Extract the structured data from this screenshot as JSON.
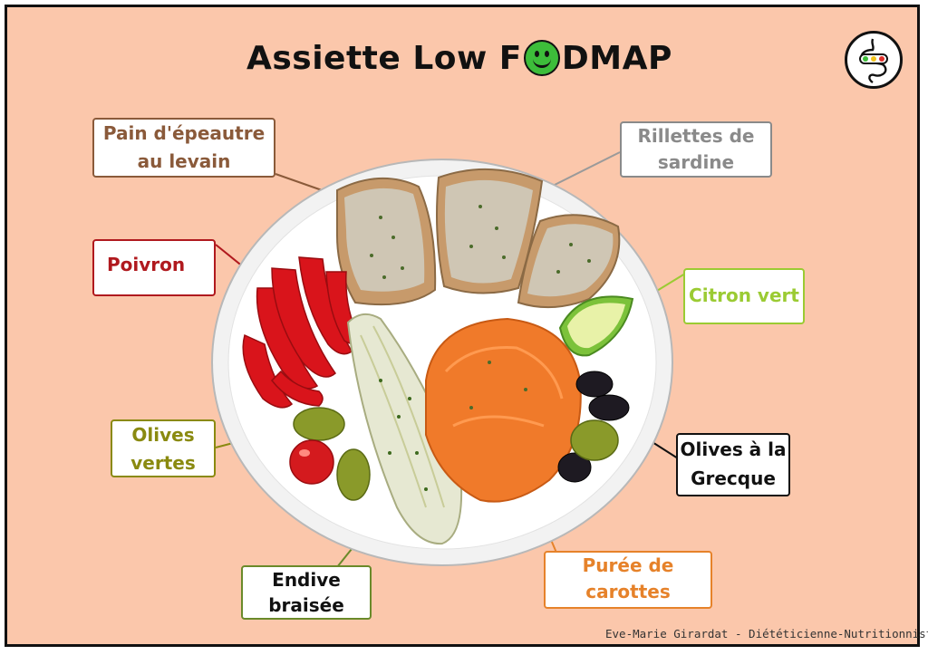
{
  "title": {
    "before": "Assiette Low F",
    "after": "DMAP"
  },
  "labels": {
    "pain": {
      "line1": "Pain d'épeautre",
      "line2": "au levain",
      "color": "#8a5a3a"
    },
    "rillettes": {
      "line1": "Rillettes de",
      "line2": "sardine",
      "color": "#8a8a8a"
    },
    "poivron": {
      "line1": "Poivron",
      "color": "#b0191e"
    },
    "citron": {
      "line1": "Citron vert",
      "color": "#9bcb33"
    },
    "olives_vertes": {
      "line1": "Olives",
      "line2": "vertes",
      "color": "#8a8a10"
    },
    "olives_grecque": {
      "line1": "Olives à la",
      "line2": "Grecque",
      "color": "#111111"
    },
    "endive": {
      "line1": "Endive",
      "line2": "braisée",
      "color": "#6a8a2a"
    },
    "puree": {
      "line1": "Purée de",
      "line2": "carottes",
      "color": "#e6822a"
    }
  },
  "footer": "Eve-Marie Girardat - Diététicienne-Nutritionniste",
  "colors": {
    "background": "#fbc7ab",
    "smiley": "#3dbd3a"
  },
  "icons": [
    "smiley-icon",
    "digestive-system-logo-icon"
  ]
}
